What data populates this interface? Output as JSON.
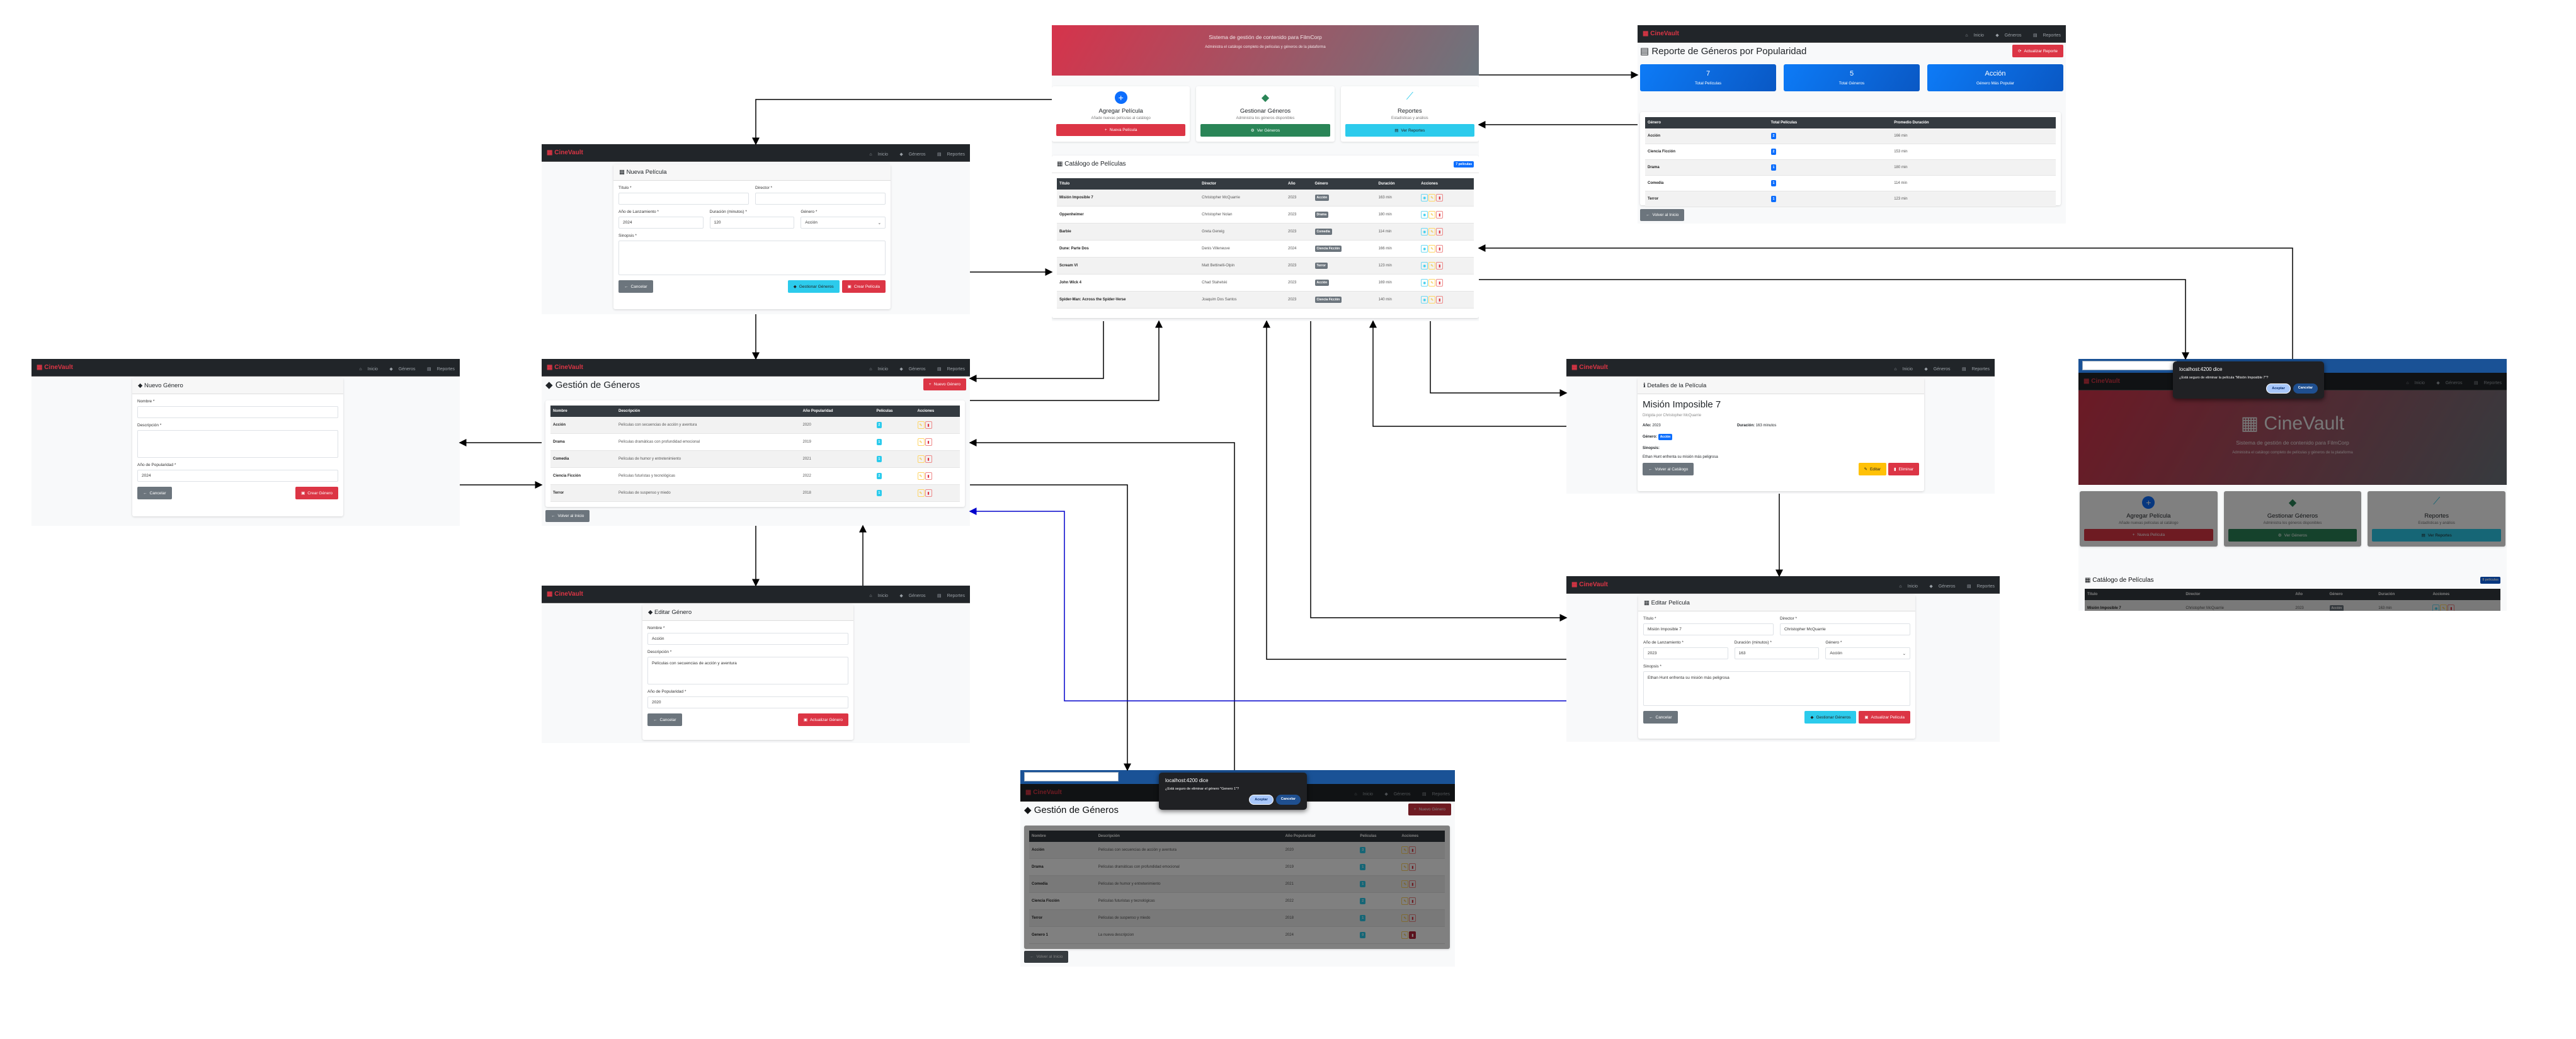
{
  "nav": {
    "brand": "CineVault",
    "inicio": "Inicio",
    "generos": "Géneros",
    "reportes": "Reportes"
  },
  "common": {
    "cancel": "Cancelar",
    "back_home": "Volver al Inicio",
    "manage_genres": "Gestionar Géneros"
  },
  "home": {
    "hero_title": "CineVault",
    "hero_subtitle": "Sistema de gestión de contenido para FilmCorp",
    "hero_desc": "Administra el catálogo completo de películas y géneros de la plataforma",
    "cards": [
      {
        "title": "Agregar Película",
        "desc": "Añade nuevas películas al catálogo",
        "button": "Nueva Película"
      },
      {
        "title": "Gestionar Géneros",
        "desc": "Administra los géneros disponibles",
        "button": "Ver Géneros"
      },
      {
        "title": "Reportes",
        "desc": "Estadísticas y análisis",
        "button": "Ver Reportes"
      }
    ],
    "catalog_title": "Catálogo de Películas",
    "count_badge": "7 películas",
    "columns": [
      "Título",
      "Director",
      "Año",
      "Género",
      "Duración",
      "Acciones"
    ],
    "movies": [
      {
        "title": "Misión Imposible 7",
        "director": "Christopher McQuarrie",
        "year": "2023",
        "genre": "Acción",
        "duration": "163 min"
      },
      {
        "title": "Oppenheimer",
        "director": "Christopher Nolan",
        "year": "2023",
        "genre": "Drama",
        "duration": "180 min"
      },
      {
        "title": "Barbie",
        "director": "Greta Gerwig",
        "year": "2023",
        "genre": "Comedia",
        "duration": "114 min"
      },
      {
        "title": "Dune: Parte Dos",
        "director": "Denis Villeneuve",
        "year": "2024",
        "genre": "Ciencia Ficción",
        "duration": "166 min"
      },
      {
        "title": "Scream VI",
        "director": "Matt Bettinelli-Olpin",
        "year": "2023",
        "genre": "Terror",
        "duration": "123 min"
      },
      {
        "title": "John Wick 4",
        "director": "Chad Stahelski",
        "year": "2023",
        "genre": "Acción",
        "duration": "169 min"
      },
      {
        "title": "Spider-Man: Across the Spider-Verse",
        "director": "Joaquim Dos Santos",
        "year": "2023",
        "genre": "Ciencia Ficción",
        "duration": "140 min"
      }
    ]
  },
  "report": {
    "title": "Reporte de Géneros por Popularidad",
    "refresh": "Actualizar Reporte",
    "stats": [
      {
        "value": "7",
        "label": "Total Películas"
      },
      {
        "value": "5",
        "label": "Total Géneros"
      },
      {
        "value": "Acción",
        "label": "Género Más Popular"
      }
    ],
    "columns": [
      "Género",
      "Total Películas",
      "Promedio Duración"
    ],
    "rows": [
      {
        "genre": "Acción",
        "total": "2",
        "avg": "166 min"
      },
      {
        "genre": "Ciencia Ficción",
        "total": "2",
        "avg": "153 min"
      },
      {
        "genre": "Drama",
        "total": "1",
        "avg": "180 min"
      },
      {
        "genre": "Comedia",
        "total": "1",
        "avg": "114 min"
      },
      {
        "genre": "Terror",
        "total": "1",
        "avg": "123 min"
      }
    ]
  },
  "movie_form": {
    "new_title": "Nueva Película",
    "edit_title": "Editar Película",
    "labels": {
      "title": "Título *",
      "director": "Director *",
      "year": "Año de Lanzamiento *",
      "duration": "Duración (minutos) *",
      "genre": "Género *",
      "synopsis": "Sinopsis *"
    },
    "new_values": {
      "title": "",
      "director": "",
      "year": "2024",
      "duration": "120",
      "genre": "Acción",
      "synopsis": ""
    },
    "edit_values": {
      "title": "Misión Imposible 7",
      "director": "Christopher McQuarrie",
      "year": "2023",
      "duration": "163",
      "genre": "Acción",
      "synopsis": "Ethan Hunt enfrenta su misión más peligrosa"
    },
    "create": "Crear Película",
    "update": "Actualizar Película"
  },
  "genres": {
    "title": "Gestión de Géneros",
    "new_button": "Nuevo Género",
    "columns": [
      "Nombre",
      "Descripción",
      "Año Popularidad",
      "Películas",
      "Acciones"
    ],
    "rows": [
      {
        "name": "Acción",
        "desc": "Películas con secuencias de acción y aventura",
        "year": "2020",
        "count": "2"
      },
      {
        "name": "Drama",
        "desc": "Películas dramáticas con profundidad emocional",
        "year": "2019",
        "count": "1"
      },
      {
        "name": "Comedia",
        "desc": "Películas de humor y entretenimiento",
        "year": "2021",
        "count": "1"
      },
      {
        "name": "Ciencia Ficción",
        "desc": "Películas futuristas y tecnológicas",
        "year": "2022",
        "count": "2"
      },
      {
        "name": "Terror",
        "desc": "Películas de suspenso y miedo",
        "year": "2018",
        "count": "1"
      }
    ]
  },
  "genre_form": {
    "new_title": "Nuevo Género",
    "edit_title": "Editar Género",
    "labels": {
      "name": "Nombre *",
      "desc": "Descripción *",
      "year": "Año de Popularidad *"
    },
    "new_values": {
      "name": "",
      "desc": "",
      "year": "2024"
    },
    "edit_values": {
      "name": "Acción",
      "desc": "Películas con secuencias de acción y aventura",
      "year": "2020"
    },
    "create": "Crear Género",
    "update": "Actualizar Género"
  },
  "details": {
    "header": "Detalles de la Película",
    "title": "Misión Imposible 7",
    "directed": "Dirigida por Christopher McQuarrie",
    "year_label": "Año:",
    "year": "2023",
    "duration_label": "Duración:",
    "duration": "163 minutos",
    "genre_label": "Género:",
    "genre": "Acción",
    "synopsis_label": "Sinopsis:",
    "synopsis": "Ethan Hunt enfrenta su misión más peligrosa",
    "back": "Volver al Catálogo",
    "edit": "Editar",
    "delete": "Eliminar"
  },
  "dialog_genres": {
    "origin": "localhost:4200 dice",
    "message": "¿Está seguro de eliminar el género \"Genero 1\"?",
    "accept": "Aceptar",
    "cancel": "Cancelar",
    "rows": [
      {
        "name": "Acción",
        "desc": "Películas con secuencias de acción y aventura",
        "year": "2020",
        "count": "3"
      },
      {
        "name": "Drama",
        "desc": "Películas dramáticas con profundidad emocional",
        "year": "2019",
        "count": "1"
      },
      {
        "name": "Comedia",
        "desc": "Películas de humor y entretenimiento",
        "year": "2021",
        "count": "1"
      },
      {
        "name": "Ciencia Ficción",
        "desc": "Películas futuristas y tecnológicas",
        "year": "2022",
        "count": "2"
      },
      {
        "name": "Terror",
        "desc": "Películas de suspenso y miedo",
        "year": "2018",
        "count": "1"
      },
      {
        "name": "Genero 1",
        "desc": "La nueva descripcion",
        "year": "2024",
        "count": "0"
      }
    ]
  },
  "dialog_home": {
    "origin": "localhost:4200 dice",
    "message": "¿Está seguro de eliminar la película \"Misión Imposible 7\"?",
    "accept": "Aceptar",
    "cancel": "Cancelar",
    "count_badge": "8 películas"
  },
  "colors": {
    "brand": "#dc3545",
    "navbar": "#212529",
    "primary": "#0d6efd",
    "info": "#2ccbec",
    "success": "#2a8557",
    "warning": "#ffc107",
    "connector": "#000000",
    "connector_alt": "#0000cc"
  }
}
